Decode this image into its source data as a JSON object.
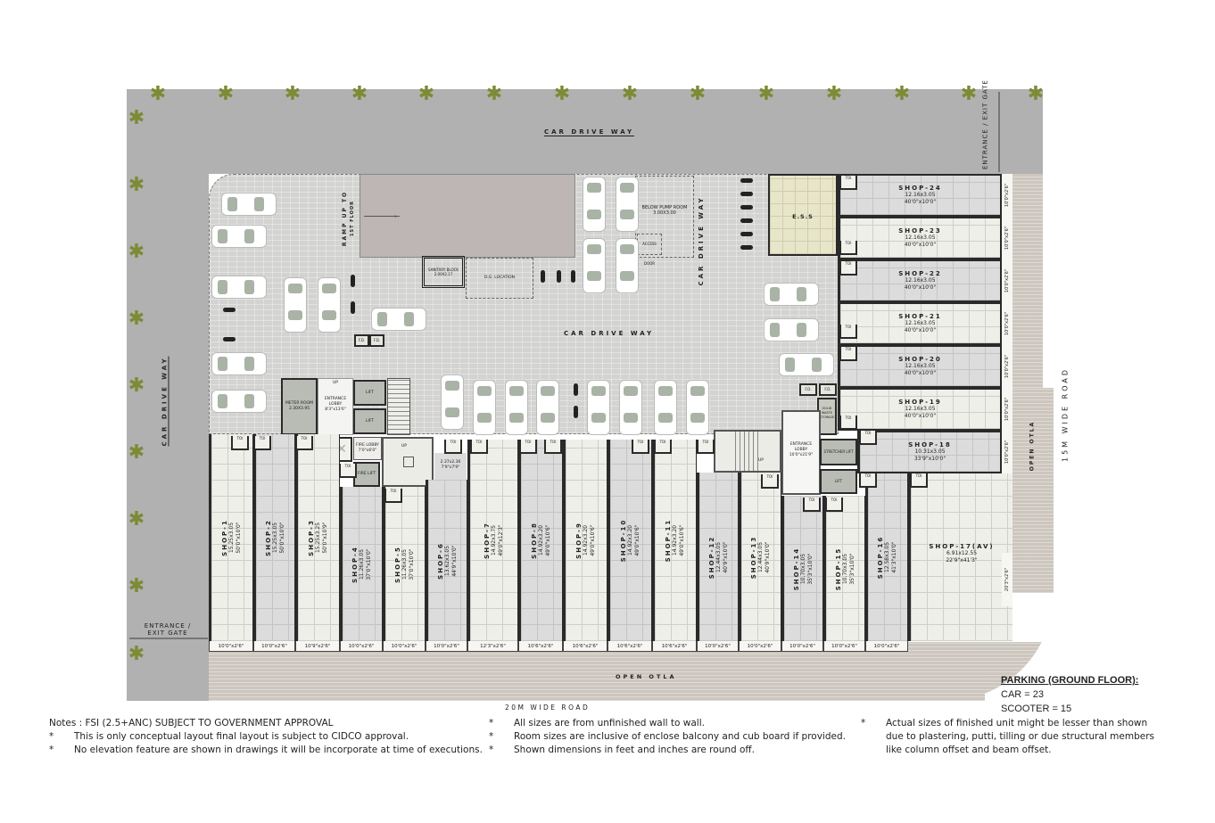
{
  "plan": {
    "title": "Parking (Ground Floor) Layout",
    "labels": {
      "car_drive_way_top": "CAR DRIVE WAY",
      "car_drive_way_center": "CAR DRIVE WAY",
      "car_drive_way_left": "CAR DRIVE WAY",
      "car_drive_way_right_vertical": "CAR DRIVE WAY",
      "ramp": "RAMP UP TO",
      "ramp_sub": "1ST FLOOR",
      "ess": "E.S.S",
      "pump_room": "BELOW PUMP ROOM",
      "pump_room_size": "3.00X3.00",
      "access_door": "ACCESS DOOR",
      "sanitary_block": "SANITARY BLOCK",
      "sanitary_block_size": "2.00X2.17",
      "dg_location": "D.G. LOCATION",
      "entrance_exit_top": "ENTRANCE / EXIT GATE",
      "entrance_exit_left": "ENTRANCE / EXIT GATE",
      "open_otla_bottom": "OPEN OTLA",
      "open_otla_right": "OPEN OTLA",
      "road_bottom": "20M WIDE ROAD",
      "road_right": "15M WIDE ROAD"
    },
    "core_left": {
      "meter_room": "METER ROOM",
      "meter_room_size": "2.30X3.95",
      "entrance_lobby": "ENTRANCE LOBBY",
      "entrance_lobby_size": "8'3\"x13'6\"",
      "lift_1": "LIFT",
      "lift_2": "LIFT",
      "fire_lobby": "FIRE LOBBY",
      "fire_lobby_size": "7'0\"x6'0\"",
      "fire_lift": "FIRE LIFT",
      "up_1": "UP",
      "up_2": "UP",
      "up_3": "UP",
      "room_small": "2.37x2.36",
      "room_small_size": "7'9\"x7'9\""
    },
    "core_right": {
      "entrance_lobby": "ENTRANCE LOBBY",
      "entrance_lobby_size": "10'0\"x21'9\"",
      "stretcher_lift": "STRETCHER LIFT",
      "lift": "LIFT",
      "solid_waste": "SOLID WASTE STORAGE",
      "fd_1": "F.D.",
      "fd_2": "F.D.",
      "up": "UP"
    },
    "fd_left": [
      "F.D.",
      "F.D."
    ],
    "toilet_label": "TOI",
    "shops_right": [
      {
        "name": "SHOP-24",
        "metric": "12.16x3.05",
        "imperial": "40'0\"x10'0\"",
        "frontage": "10'0\"x2'6\""
      },
      {
        "name": "SHOP-23",
        "metric": "12.16x3.05",
        "imperial": "40'0\"x10'0\"",
        "frontage": "10'0\"x2'6\""
      },
      {
        "name": "SHOP-22",
        "metric": "12.16x3.05",
        "imperial": "40'0\"x10'0\"",
        "frontage": "10'0\"x2'6\""
      },
      {
        "name": "SHOP-21",
        "metric": "12.16x3.05",
        "imperial": "40'0\"x10'0\"",
        "frontage": "10'0\"x2'6\""
      },
      {
        "name": "SHOP-20",
        "metric": "12.16x3.05",
        "imperial": "40'0\"x10'0\"",
        "frontage": "10'0\"x2'6\""
      },
      {
        "name": "SHOP-19",
        "metric": "12.16x3.05",
        "imperial": "40'0\"x10'0\"",
        "frontage": "10'0\"x2'6\""
      },
      {
        "name": "SHOP-18",
        "metric": "10.31x3.05",
        "imperial": "33'9\"x10'0\"",
        "frontage": "10'0\"x2'6\""
      }
    ],
    "shop_corner": {
      "name": "SHOP-17(AV)",
      "metric": "6.91x12.55",
      "imperial": "22'9\"x41'3\"",
      "frontage": "20'3\"x2'6\""
    },
    "shops_bottom": [
      {
        "name": "SHOP-1",
        "metric": "15.25x3.05",
        "imperial": "50'0\"x10'0\"",
        "frontage": "10'0\"x2'6\""
      },
      {
        "name": "SHOP-2",
        "metric": "15.25x3.05",
        "imperial": "50'0\"x10'0\"",
        "frontage": "10'0\"x2'6\""
      },
      {
        "name": "SHOP-3",
        "metric": "15.25x3.25",
        "imperial": "50'0\"x10'9\"",
        "frontage": "10'9\"x2'6\""
      },
      {
        "name": "SHOP-4",
        "metric": "11.26x3.05",
        "imperial": "37'0\"x10'0\"",
        "frontage": "10'0\"x2'6\""
      },
      {
        "name": "SHOP-5",
        "metric": "11.26x3.05",
        "imperial": "37'0\"x10'0\"",
        "frontage": "10'0\"x2'6\""
      },
      {
        "name": "SHOP-6",
        "metric": "13.62x3.05",
        "imperial": "44'9\"x10'0\"",
        "frontage": "10'0\"x2'6\""
      },
      {
        "name": "SHOP-7",
        "metric": "14.92x3.75",
        "imperial": "49'0\"x12'3\"",
        "frontage": "12'3\"x2'6\""
      },
      {
        "name": "SHOP-8",
        "metric": "14.92x3.20",
        "imperial": "49'0\"x10'6\"",
        "frontage": "10'6\"x2'6\""
      },
      {
        "name": "SHOP-9",
        "metric": "14.92x3.20",
        "imperial": "49'0\"x10'6\"",
        "frontage": "10'6\"x2'6\""
      },
      {
        "name": "SHOP-10",
        "metric": "14.92x3.20",
        "imperial": "49'0\"x10'6\"",
        "frontage": "10'6\"x2'6\""
      },
      {
        "name": "SHOP-11",
        "metric": "14.92x3.20",
        "imperial": "49'0\"x10'6\"",
        "frontage": "10'6\"x2'6\""
      },
      {
        "name": "SHOP-12",
        "metric": "12.44x3.05",
        "imperial": "40'9\"x10'0\"",
        "frontage": "10'0\"x2'6\""
      },
      {
        "name": "SHOP-13",
        "metric": "12.44x3.05",
        "imperial": "40'9\"x10'0\"",
        "frontage": "10'0\"x2'6\""
      },
      {
        "name": "SHOP-14",
        "metric": "10.70x3.05",
        "imperial": "35'3\"x10'0\"",
        "frontage": "10'0\"x2'6\""
      },
      {
        "name": "SHOP-15",
        "metric": "10.70x3.05",
        "imperial": "35'3\"x10'0\"",
        "frontage": "10'0\"x2'6\""
      },
      {
        "name": "SHOP-16",
        "metric": "12.58x3.05",
        "imperial": "41'3\"x10'0\"",
        "frontage": "10'0\"x2'6\""
      }
    ]
  },
  "parking_summary": {
    "title": "PARKING (GROUND FLOOR):",
    "car": "CAR = 23",
    "scooter": "SCOOTER = 15"
  },
  "notes": {
    "header": "Notes : FSI (2.5+ANC) SUBJECT TO GOVERNMENT APPROVAL",
    "bullet": "*",
    "col1": [
      "This is only conceptual layout final layout is subject to CIDCO approval.",
      "No elevation feature are shown in drawings it will be incorporate at time of executions."
    ],
    "col2": [
      "All sizes are from unfinished wall to wall.",
      "Room sizes are inclusive of enclose balcony and cub board if provided.",
      "Shown dimensions in feet and inches are round off."
    ],
    "col3": [
      "Actual sizes of finished unit might be lesser than shown",
      "due to plastering, putti, tilling  or due structural members",
      "like column offset and beam offset."
    ]
  },
  "colors": {
    "road": "#b1b1b1",
    "paving": "#d3d3d1",
    "open_otla": "#cdc6be",
    "ramp": "#bdb6b4",
    "ess": "#e8e6c8",
    "palm": "#7c8b35",
    "walls": "#2a2a2a"
  }
}
